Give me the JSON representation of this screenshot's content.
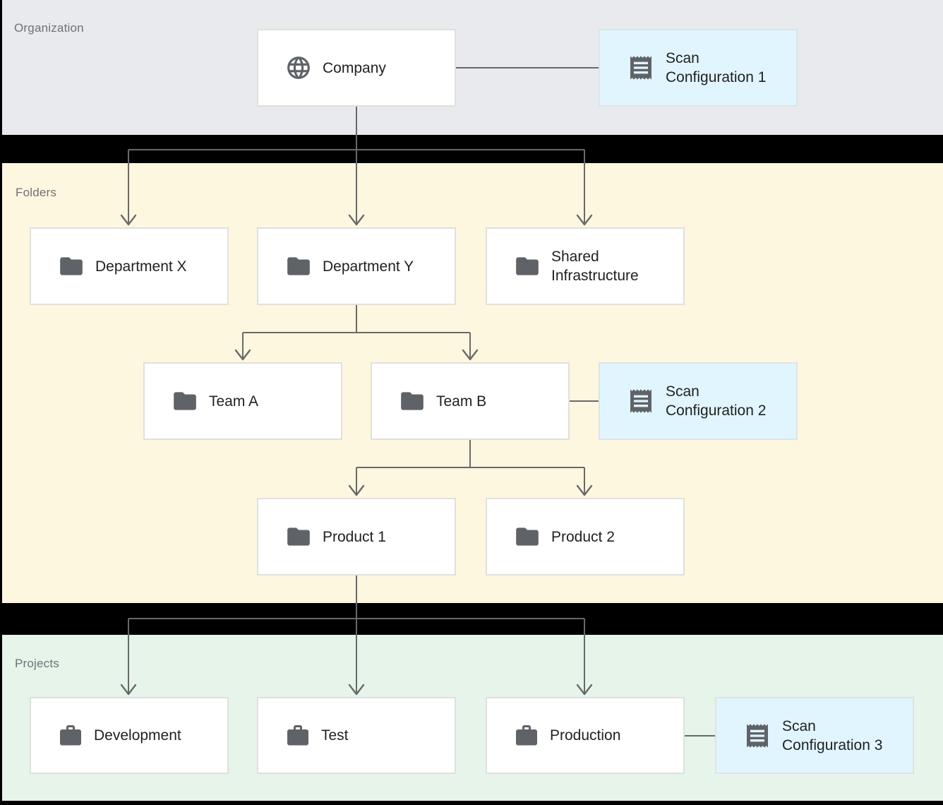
{
  "sections": [
    {
      "label": "Organization"
    },
    {
      "label": "Folders"
    },
    {
      "label": "Projects"
    }
  ],
  "nodes": {
    "company": {
      "label": "Company",
      "icon": "globe-icon"
    },
    "scan_config_1": {
      "label": "Scan Configuration 1",
      "icon": "receipt-icon"
    },
    "department_x": {
      "label": "Department X",
      "icon": "folder-icon"
    },
    "department_y": {
      "label": "Department Y",
      "icon": "folder-icon"
    },
    "shared_infrastructure": {
      "label": "Shared Infrastructure",
      "icon": "folder-icon"
    },
    "team_a": {
      "label": "Team A",
      "icon": "folder-icon"
    },
    "team_b": {
      "label": "Team B",
      "icon": "folder-icon"
    },
    "scan_config_2": {
      "label": "Scan Configuration 2",
      "icon": "receipt-icon"
    },
    "product_1": {
      "label": "Product 1",
      "icon": "folder-icon"
    },
    "product_2": {
      "label": "Product 2",
      "icon": "folder-icon"
    },
    "development": {
      "label": "Development",
      "icon": "briefcase-icon"
    },
    "test": {
      "label": "Test",
      "icon": "briefcase-icon"
    },
    "production": {
      "label": "Production",
      "icon": "briefcase-icon"
    },
    "scan_config_3": {
      "label": "Scan Configuration 3",
      "icon": "receipt-icon"
    }
  },
  "colors": {
    "organization_band": "#e8eaed",
    "folders_band": "#fef7e0",
    "projects_band": "#e6f4ea",
    "scan_config_fill": "#e1f5fe",
    "node_fill": "#ffffff",
    "node_border": "#e0e0dd",
    "connector": "#696969",
    "icon": "#5f6368",
    "node_text": "#202124",
    "section_label_text": "#6e7276",
    "separator": "#000000"
  }
}
